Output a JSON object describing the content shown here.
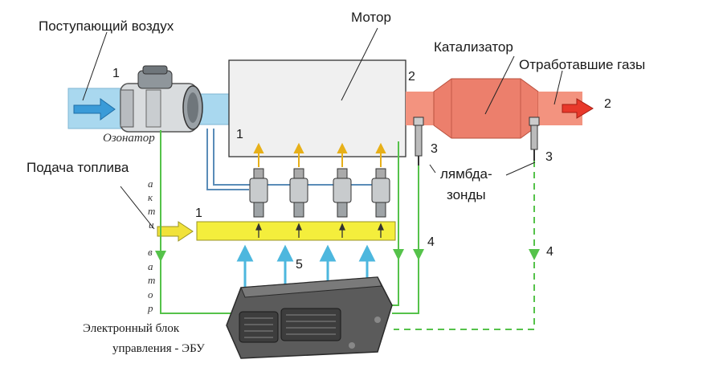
{
  "labels": {
    "incoming_air": "Поступающий воздух",
    "motor": "Мотор",
    "catalyst": "Катализатор",
    "exhaust": "Отработавшие газы",
    "fuel_supply": "Подача топлива",
    "ozonator": "Озонатор",
    "lambda_line1": "лямбда-",
    "lambda_line2": "зонды",
    "ecu_line1": "Электронный блок",
    "ecu_line2": "управления - ЭБУ",
    "actuator_letters": [
      "а",
      "к",
      "т",
      "и",
      "в",
      "а",
      "т",
      "о",
      "р"
    ]
  },
  "numbers": {
    "intake": "1",
    "exhaust_out": "2",
    "motor_in": "1",
    "motor_out": "2",
    "fuel_rail": "1",
    "lambda_a": "3",
    "lambda_b": "3",
    "signal_a": "4",
    "signal_b": "4",
    "injector_ctrl": "5"
  },
  "colors": {
    "intake_pipe": "#a9d8ef",
    "intake_arrow": "#3a9bd8",
    "engine": "#f0f0f0",
    "catalyst": "#ec7f6c",
    "exhaust_pipe": "#f3937f",
    "exhaust_arrow": "#e8382a",
    "fuel_rail": "#f4ee3c",
    "fuel_arrow": "#f1e23a",
    "green": "#55c24a",
    "blue_arrow": "#4db7de",
    "gold_arrow": "#e7b019",
    "ecu": "#5b5b5b",
    "wire_blue": "#5a8cb8"
  }
}
